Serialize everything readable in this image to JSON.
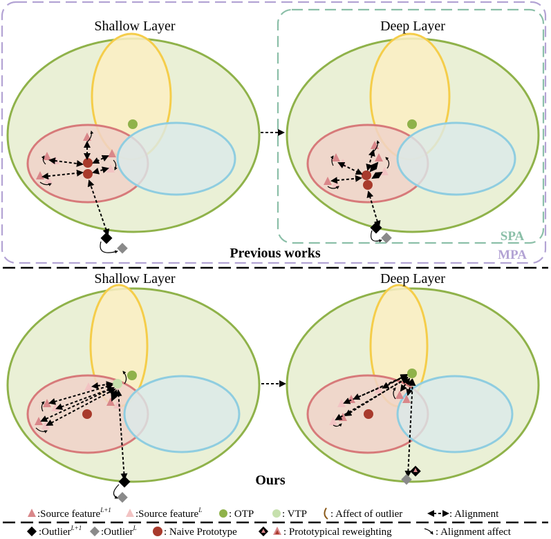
{
  "colors": {
    "outer_fill": "#eaf0d6",
    "outer_stroke": "#8fb24a",
    "yellow_fill": "#fbefc3",
    "yellow_stroke": "#f5cd4a",
    "red_fill": "#f0d2c9",
    "red_stroke": "#d77a7a",
    "blue_fill": "#dbeaea",
    "blue_stroke": "#8fcde0",
    "otp": "#8fb24a",
    "vtp": "#c6e0ad",
    "naive": "#a83a2c",
    "feature_dark": "#d9878a",
    "feature_light": "#f2c3c3",
    "outlier_dark": "#000000",
    "outlier_light": "#8a8a8a",
    "mpa_border": "#b3a3d4",
    "spa_border": "#8bbfa8"
  },
  "top": {
    "left_title": "Shallow Layer",
    "right_title": "Deep Layer",
    "caption": "Previous works",
    "spa_label": "SPA",
    "mpa_label": "MPA"
  },
  "bottom": {
    "left_title": "Shallow Layer",
    "right_title": "Deep Layer",
    "caption": "Ours"
  },
  "legend": {
    "source_feature_a": ":Source feature",
    "source_feature_a_sup": "L+1",
    "source_feature_b": ":Source feature",
    "source_feature_b_sup": "L",
    "otp": ": OTP",
    "vtp": ": VTP",
    "affect": ": Affect of outlier",
    "alignment": ": Alignment",
    "outlier_a": ":Outlier",
    "outlier_a_sup": "L+1",
    "outlier_b": ":Outlier",
    "outlier_b_sup": "L",
    "naive": ": Naive Prototype",
    "reweight": ": Prototypical reweighting",
    "align_affect": ": Alignment affect"
  }
}
